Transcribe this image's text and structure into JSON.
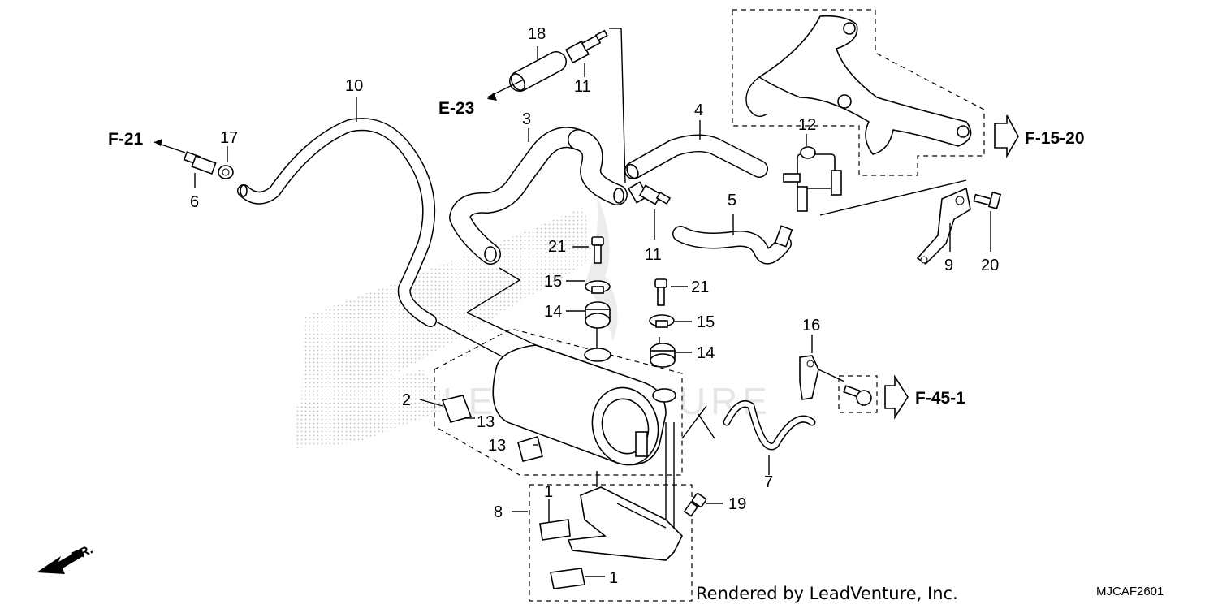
{
  "diagram": {
    "parts": [
      {
        "id": "p1a",
        "label": "1"
      },
      {
        "id": "p1b",
        "label": "1"
      },
      {
        "id": "p2",
        "label": "2"
      },
      {
        "id": "p3",
        "label": "3"
      },
      {
        "id": "p4",
        "label": "4"
      },
      {
        "id": "p5",
        "label": "5"
      },
      {
        "id": "p6",
        "label": "6"
      },
      {
        "id": "p7",
        "label": "7"
      },
      {
        "id": "p8",
        "label": "8"
      },
      {
        "id": "p9",
        "label": "9"
      },
      {
        "id": "p10",
        "label": "10"
      },
      {
        "id": "p11a",
        "label": "11"
      },
      {
        "id": "p11b",
        "label": "11"
      },
      {
        "id": "p12",
        "label": "12"
      },
      {
        "id": "p13a",
        "label": "13"
      },
      {
        "id": "p13b",
        "label": "13"
      },
      {
        "id": "p14a",
        "label": "14"
      },
      {
        "id": "p14b",
        "label": "14"
      },
      {
        "id": "p15a",
        "label": "15"
      },
      {
        "id": "p15b",
        "label": "15"
      },
      {
        "id": "p16",
        "label": "16"
      },
      {
        "id": "p17",
        "label": "17"
      },
      {
        "id": "p18",
        "label": "18"
      },
      {
        "id": "p19",
        "label": "19"
      },
      {
        "id": "p20",
        "label": "20"
      },
      {
        "id": "p21a",
        "label": "21"
      },
      {
        "id": "p21b",
        "label": "21"
      }
    ],
    "references": {
      "f21": "F-21",
      "e23": "E-23",
      "f1520": "F-15-20",
      "f451": "F-45-1"
    },
    "direction_label": "FR.",
    "watermark": "LEADVENTURE",
    "credit": "Rendered by LeadVenture, Inc.",
    "code": "MJCAF2601"
  }
}
